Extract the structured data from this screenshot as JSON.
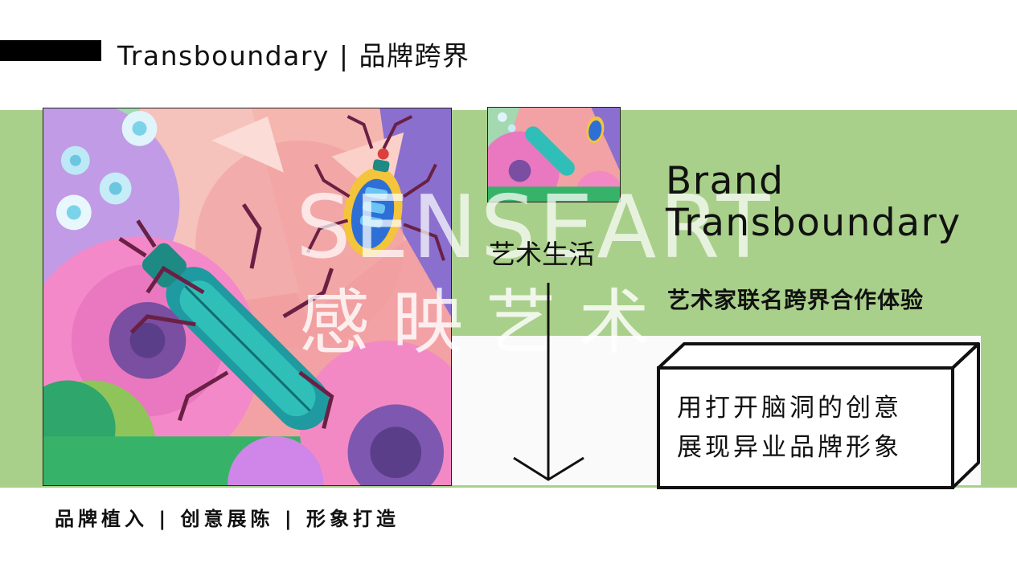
{
  "header": {
    "title": "Transboundary | 品牌跨界"
  },
  "watermark": {
    "english": "SENSEART",
    "chinese": "感 映 艺 术"
  },
  "art_life_label": "艺术生活",
  "brand": {
    "title_line1": "Brand",
    "title_line2": "Transboundary",
    "subtitle": "艺术家联名跨界合作体验"
  },
  "box": {
    "line1": "用打开脑洞的创意",
    "line2": "展现异业品牌形象"
  },
  "tagline": "品牌植入 | 创意展陈 | 形象打造",
  "colors": {
    "band_green": "#a9d08a",
    "panel_white": "#fafafa"
  }
}
